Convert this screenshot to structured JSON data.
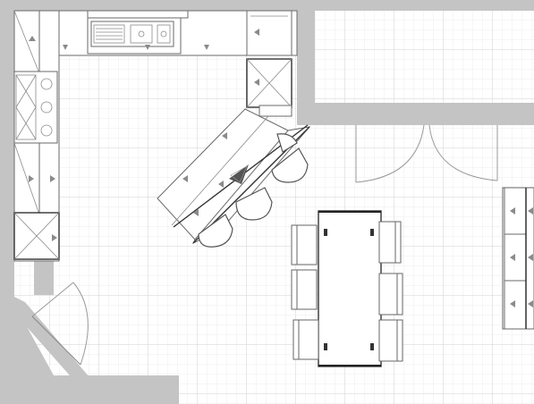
{
  "plan": {
    "grid": true,
    "colors": {
      "background": "#ffffff",
      "grid_minor": "#e9e9e9",
      "grid_major": "#d2d2d2",
      "wall": "#c4c4c4",
      "outline": "#555555"
    },
    "elements": [
      "exterior-walls",
      "l-shaped-kitchen-counter",
      "kitchen-sink",
      "cooktop",
      "angled-island",
      "bar-stools",
      "dining-table",
      "dining-chairs",
      "double-door",
      "corner-door",
      "storage-cabinets"
    ],
    "stool_count": 4,
    "chair_count": 6
  }
}
